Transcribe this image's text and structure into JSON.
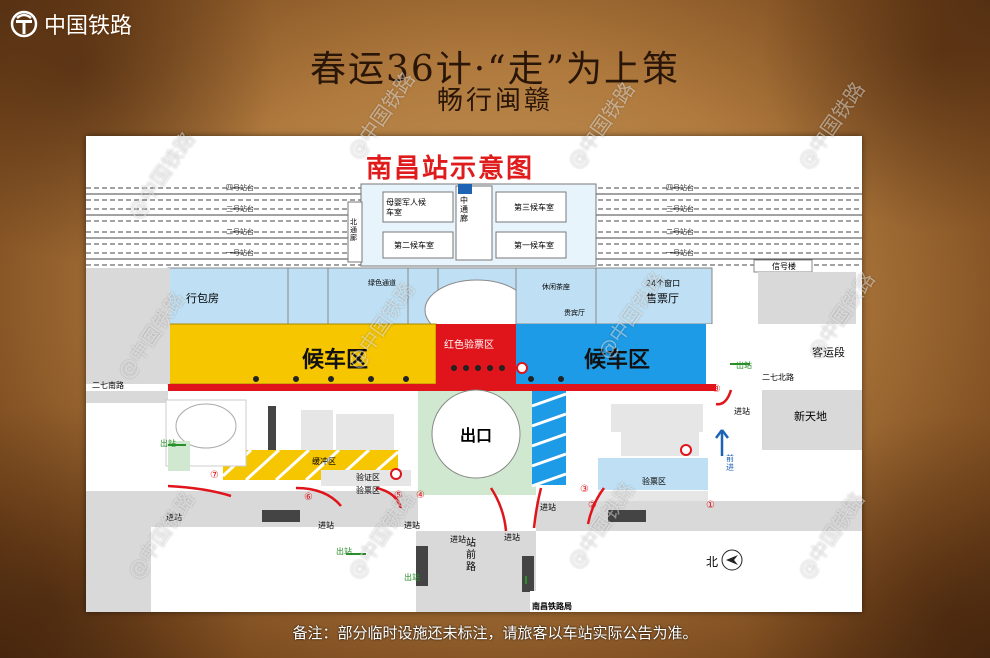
{
  "brand": {
    "name": "中国铁路"
  },
  "headline": "春运36计·“走”为上策",
  "subheadline": "畅行闽赣",
  "map": {
    "title": "南昌站示意图",
    "tracks": [
      "四号站台",
      "三号站台",
      "二号站台",
      "一号站台"
    ],
    "rooms": {
      "mother_army": "母婴军人候车室",
      "third_waiting": "第三候车室",
      "second_waiting": "第二候车室",
      "first_waiting": "第一候车室",
      "underpass": "中通廊",
      "north_passage": "北通廊",
      "luggage": "行包房",
      "green_channel": "绿色通道",
      "lounge": "休闲茶座",
      "windows": "24个窗口",
      "ticket_hall": "售票厅",
      "vip": "贵宾厅",
      "dispatch_building": "信号楼",
      "waiting_left": "候车区",
      "waiting_right": "候车区",
      "red_check": "红色验票区",
      "exit": "出口",
      "passenger_office": "客运段",
      "xintiandi": "新天地",
      "buffer_zone": "缓冲区",
      "id_check": "验证区",
      "ticket_check_left": "验票区",
      "ticket_check_right": "验票区",
      "station_front_road": "站前路",
      "ersan_road_left": "二七南路",
      "ersan_road_right": "二七北路",
      "bureau": "南昌铁路局",
      "north": "北"
    },
    "labels": {
      "exit1": "出站",
      "exit2": "出站",
      "exit3": "出站",
      "exit4": "出站",
      "enter1": "进站",
      "enter2": "进站",
      "enter3": "进站",
      "enter4": "进站",
      "enter5": "进站",
      "enter6": "进站",
      "enter7": "进站",
      "forward": "前进"
    },
    "numbers": [
      "①",
      "②",
      "③",
      "④",
      "⑤",
      "⑥",
      "⑦",
      "⑧"
    ]
  },
  "note": "备注：部分临时设施还未标注，请旅客以车站实际公告为准。",
  "watermark": "@中国铁路",
  "colors": {
    "yellow": "#f6c600",
    "red": "#e0141b",
    "blue": "#1e9be6",
    "light_blue": "#bfe0f4",
    "grey": "#d9d9d9",
    "green": "#cfe8cf"
  }
}
